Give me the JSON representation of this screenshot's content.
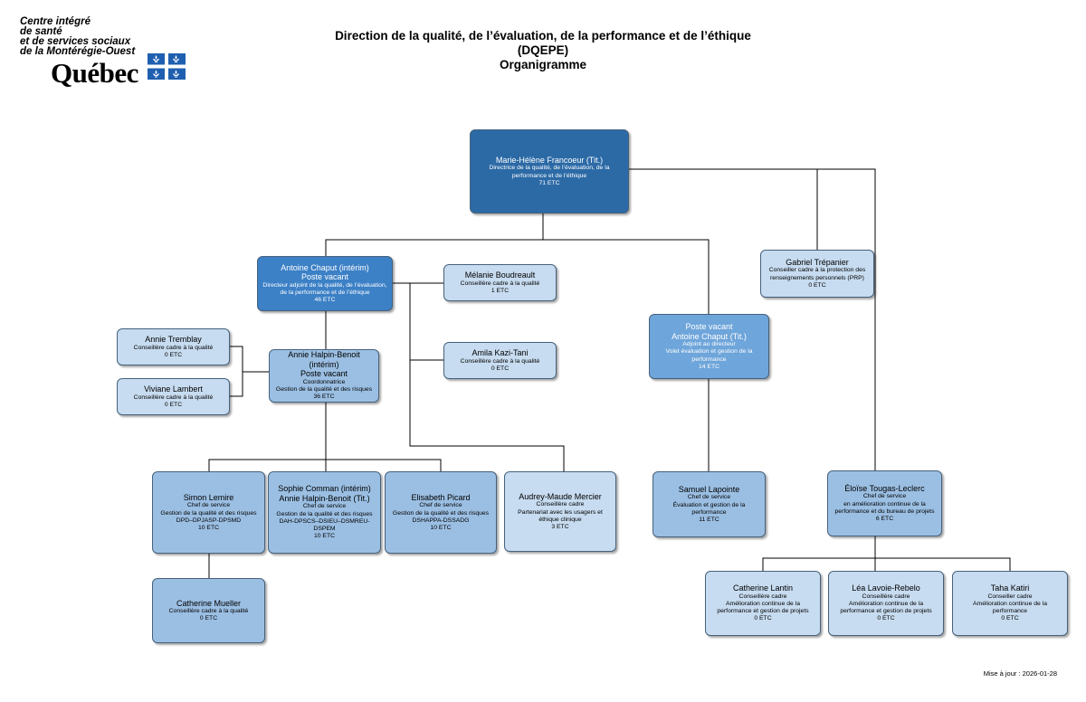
{
  "logo": {
    "lines": [
      "Centre intégré",
      "de santé",
      "et de services sociaux",
      "de la Montérégie-Ouest"
    ],
    "word": "Québec",
    "flag_color": "#1f5fb0"
  },
  "title": {
    "line1": "Direction de la qualité, de l’évaluation, de la performance et de l’éthique",
    "line2": "(DQEPE)",
    "line3": "Organigramme"
  },
  "colors": {
    "level1": "#2c6aa6",
    "level2": "#3c80c6",
    "level3": "#6ea5da",
    "level4": "#9bbfe3",
    "level5": "#c7dcf0",
    "connector": "#000000"
  },
  "boxes": {
    "director": {
      "name": "Marie-Hélène Francoeur (Tit.)",
      "role1": "Directrice de la qualité, de l’évaluation, de la",
      "role2": "performance et de l’éthique",
      "etc": "71 ETC"
    },
    "adjoint": {
      "name1": "Antoine Chaput (intérim)",
      "name2": "Poste vacant",
      "role1": "Directeur adjoint de la qualité, de l’évaluation,",
      "role2": "de la performance et de l’éthique",
      "etc": "46 ETC"
    },
    "boudreault": {
      "name": "Mélanie Boudreault",
      "role": "Conseillère cadre à la qualité",
      "etc": "1 ETC"
    },
    "kazitani": {
      "name": "Amila Kazi-Tani",
      "role": "Conseillère cadre à la qualité",
      "etc": "0 ETC"
    },
    "tremblay": {
      "name": "Annie Tremblay",
      "role": "Conseillère cadre à la qualité",
      "etc": "0 ETC"
    },
    "lambert": {
      "name": "Viviane Lambert",
      "role": "Conseillère cadre à la qualité",
      "etc": "0 ETC"
    },
    "halpin": {
      "name1": "Annie Halpin-Benoit (intérim)",
      "name2": "Poste vacant",
      "role1": "Coordonnatrice",
      "role2": "Gestion de la qualité et des risques",
      "etc": "36 ETC"
    },
    "lemire": {
      "name": "Simon Lemire",
      "role1": "Chef de service",
      "role2": "Gestion de la qualité et des risques",
      "role3": "DPD–DPJASP-DPSMD",
      "etc": "10 ETC"
    },
    "comman": {
      "name1": "Sophie Comman (intérim)",
      "name2": "Annie Halpin-Benoit (Tit.)",
      "role1": "Chef de service",
      "role2": "Gestion de la qualité et des risques",
      "role3": "DAH-DPSCS–DSIEU–DSMREU-",
      "role4": "DSPEM",
      "etc": "10 ETC"
    },
    "picard": {
      "name": "Elisabeth Picard",
      "role1": "Chef de service",
      "role2": "Gestion de la qualité et des risques",
      "role3": "DSHAPPA-DSSADG",
      "etc": "10 ETC"
    },
    "mercier": {
      "name": "Audrey-Maude Mercier",
      "role1": "Conseillère cadre",
      "role2": "Partenariat avec les usagers et",
      "role3": "éthique clinique",
      "etc": "3 ETC"
    },
    "mueller": {
      "name": "Catherine Mueller",
      "role": "Conseillère cadre à la qualité",
      "etc": "0 ETC"
    },
    "evaluation": {
      "name1": "Poste vacant",
      "name2": "Antoine Chaput (Tit.)",
      "role1": "Adjoint au directeur",
      "role2": "Volet évaluation et gestion de la",
      "role3": "performance",
      "etc": "14 ETC"
    },
    "lapointe": {
      "name": "Samuel Lapointe",
      "role1": "Chef de service",
      "role2": "Évaluation et gestion de la",
      "role3": "performance",
      "etc": "11 ETC"
    },
    "trepanier": {
      "name": "Gabriel Trépanier",
      "role1": "Conseiller cadre à la protection des",
      "role2": "renseignements personnels (PRP)",
      "etc": "0 ETC"
    },
    "tougas": {
      "name": "Éloïse Tougas-Leclerc",
      "role1": "Chef de service",
      "role2": "en amélioration continue de la",
      "role3": "performance et du bureau de projets",
      "etc": "6 ETC"
    },
    "lantin": {
      "name": "Catherine Lantin",
      "role1": "Conseillère cadre",
      "role2": "Amélioration continue de la",
      "role3": "performance et gestion de projets",
      "etc": "0 ETC"
    },
    "lavoie": {
      "name": "Léa Lavoie-Rebelo",
      "role1": "Conseillère cadre",
      "role2": "Amélioration continue de la",
      "role3": "performance et gestion de projets",
      "etc": "0 ETC"
    },
    "katiri": {
      "name": "Taha Katiri",
      "role1": "Conseiller cadre",
      "role2": "Amélioration continue de la",
      "role3": "performance",
      "etc": "0 ETC"
    }
  },
  "footer": {
    "updated": "Mise à jour : 2026-01-28"
  }
}
